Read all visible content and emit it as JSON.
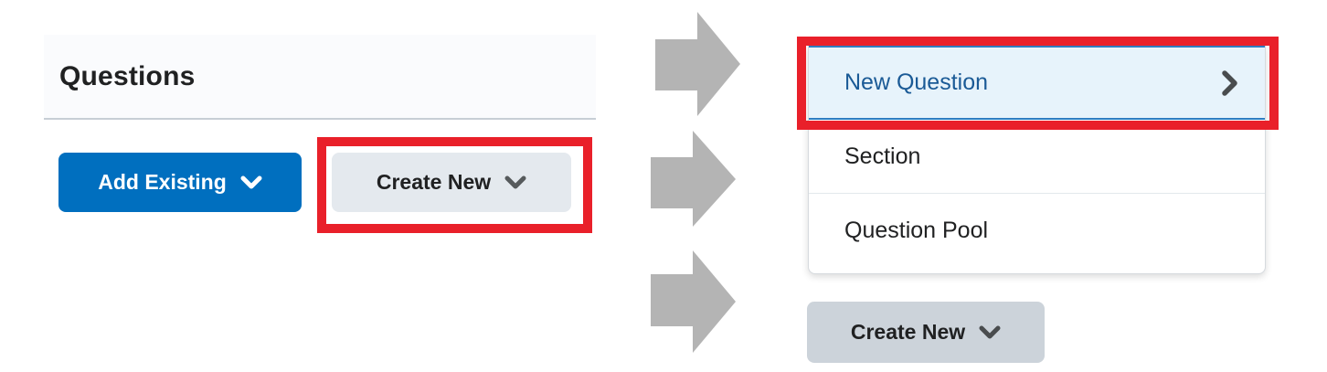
{
  "panel": {
    "title": "Questions"
  },
  "buttons": {
    "add_existing": {
      "label": "Add Existing",
      "icon": "chevron-down-icon"
    },
    "create_new": {
      "label": "Create New",
      "icon": "chevron-down-icon"
    },
    "create_new_footer": {
      "label": "Create New",
      "icon": "chevron-down-icon",
      "state": "pressed"
    }
  },
  "menu": {
    "items": [
      {
        "label": "New Question",
        "selected": true,
        "icon": "chevron-right-icon"
      },
      {
        "label": "Section",
        "selected": false
      },
      {
        "label": "Question Pool",
        "selected": false
      }
    ]
  },
  "annotations": {
    "highlight_boxes": [
      "create-new-button",
      "new-question-menu-item"
    ],
    "arrow_count": 3,
    "highlight_color": "#e9202a",
    "arrow_color": "#b4b4b4"
  },
  "colors": {
    "primary_blue": "#006fbf",
    "selected_item_bg": "#e7f3fb",
    "selected_item_border": "#2f7cc0",
    "selected_item_text": "#1a5a96",
    "neutral_button_bg": "#e4e9ee",
    "pressed_button_bg": "#ccd3da",
    "heading_text": "#202122",
    "header_band_bg": "#fafbfd"
  }
}
